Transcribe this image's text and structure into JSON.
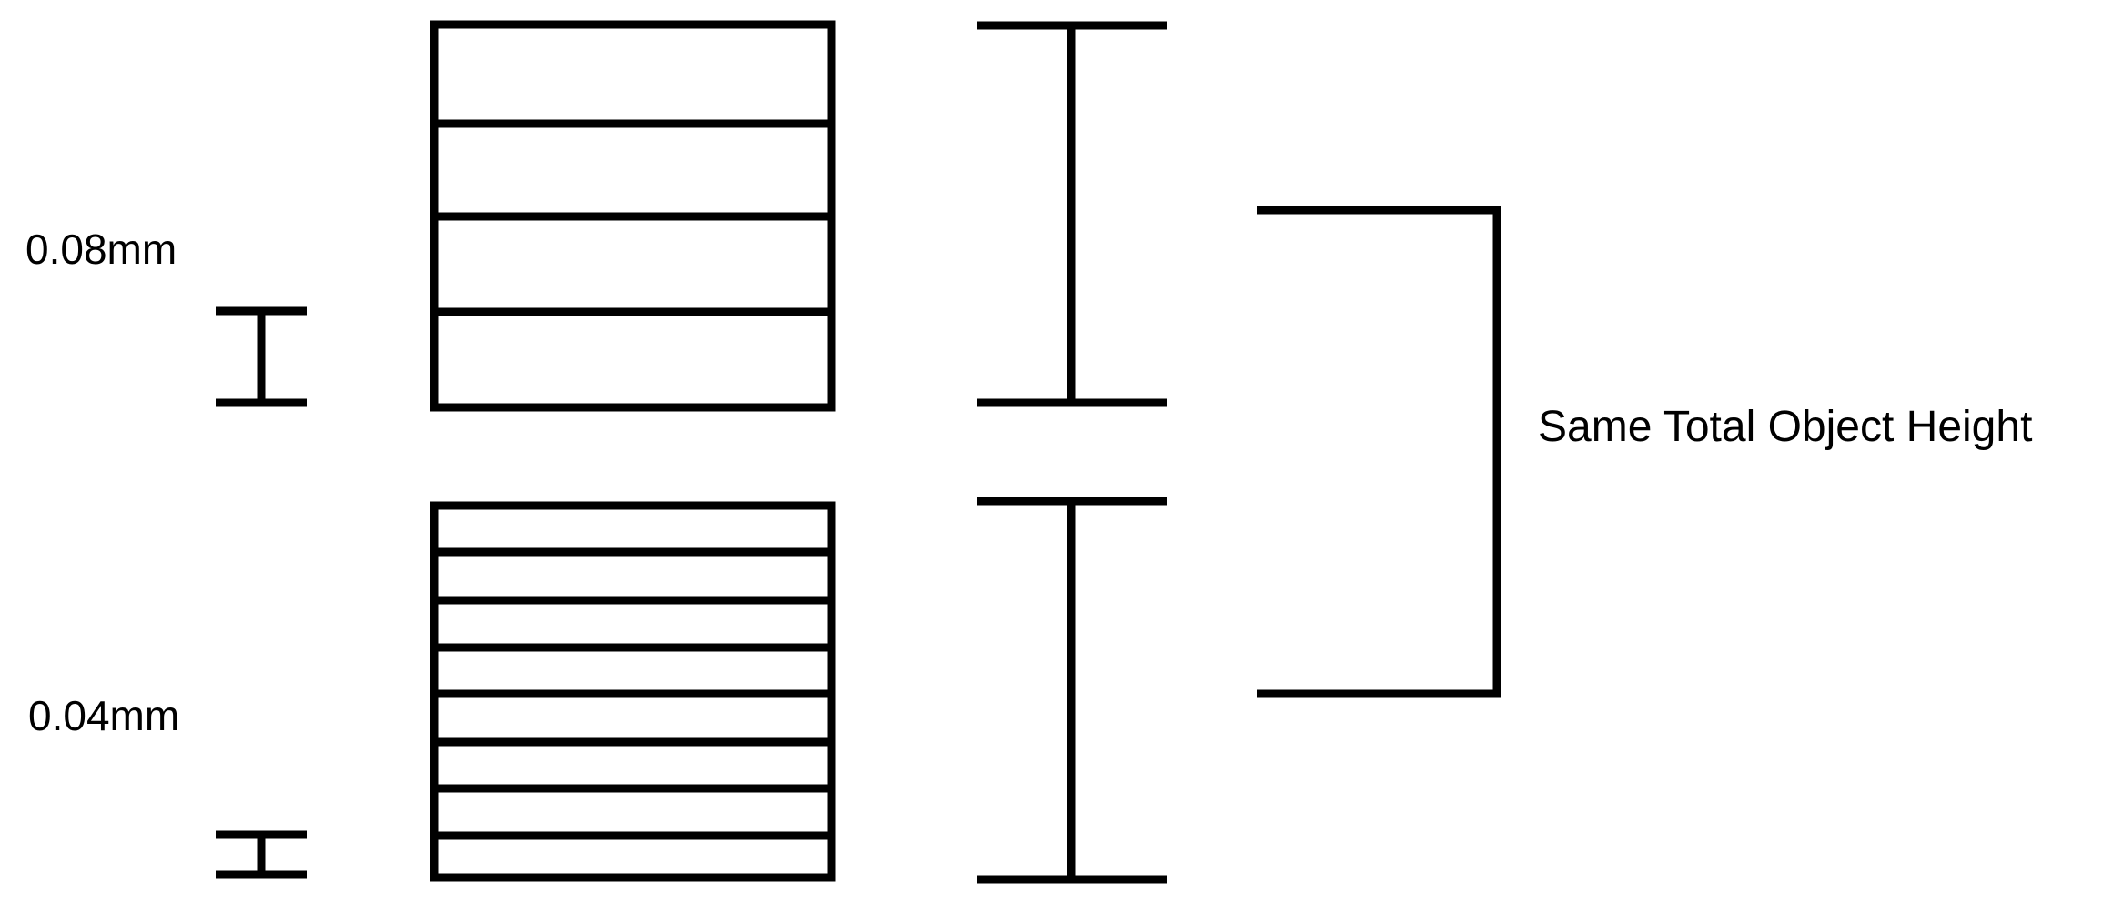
{
  "diagram": {
    "stroke_color": "#000000",
    "background": "#ffffff",
    "top_stack": {
      "layer_height_label": "0.08mm",
      "layer_count": 4
    },
    "bottom_stack": {
      "layer_height_label": "0.04mm",
      "layer_count": 8
    },
    "bracket_label": "Same Total Object Height"
  }
}
